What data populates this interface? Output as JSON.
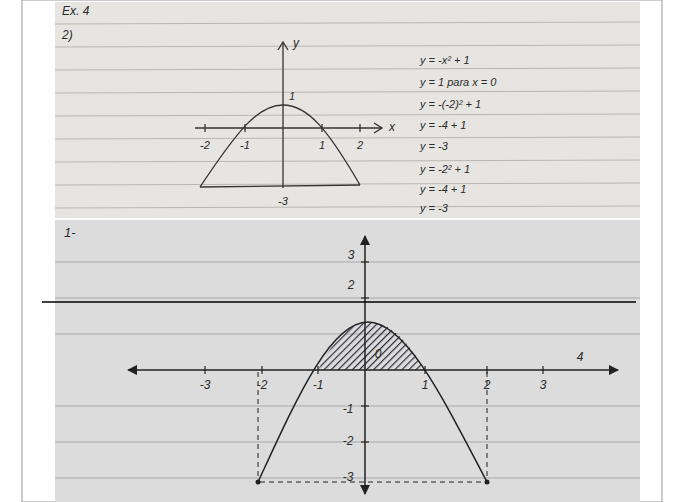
{
  "diagram": {
    "labels": [
      "Ex. 4",
      "2)",
      "y",
      "x",
      "-2",
      "-1",
      "1",
      "1",
      "2",
      "-3",
      "y = -x² + 1",
      "y = 1   para  x = 0",
      "y = -(-2)² + 1",
      "y = -4 + 1",
      "y = -3",
      "y = -2² + 1",
      "y = -4 + 1",
      "y = -3",
      "1-",
      "3",
      "2",
      "-1",
      "-2",
      "-3",
      "-3",
      "-2",
      "-1",
      "0",
      "1",
      "2",
      "3",
      "4"
    ]
  }
}
